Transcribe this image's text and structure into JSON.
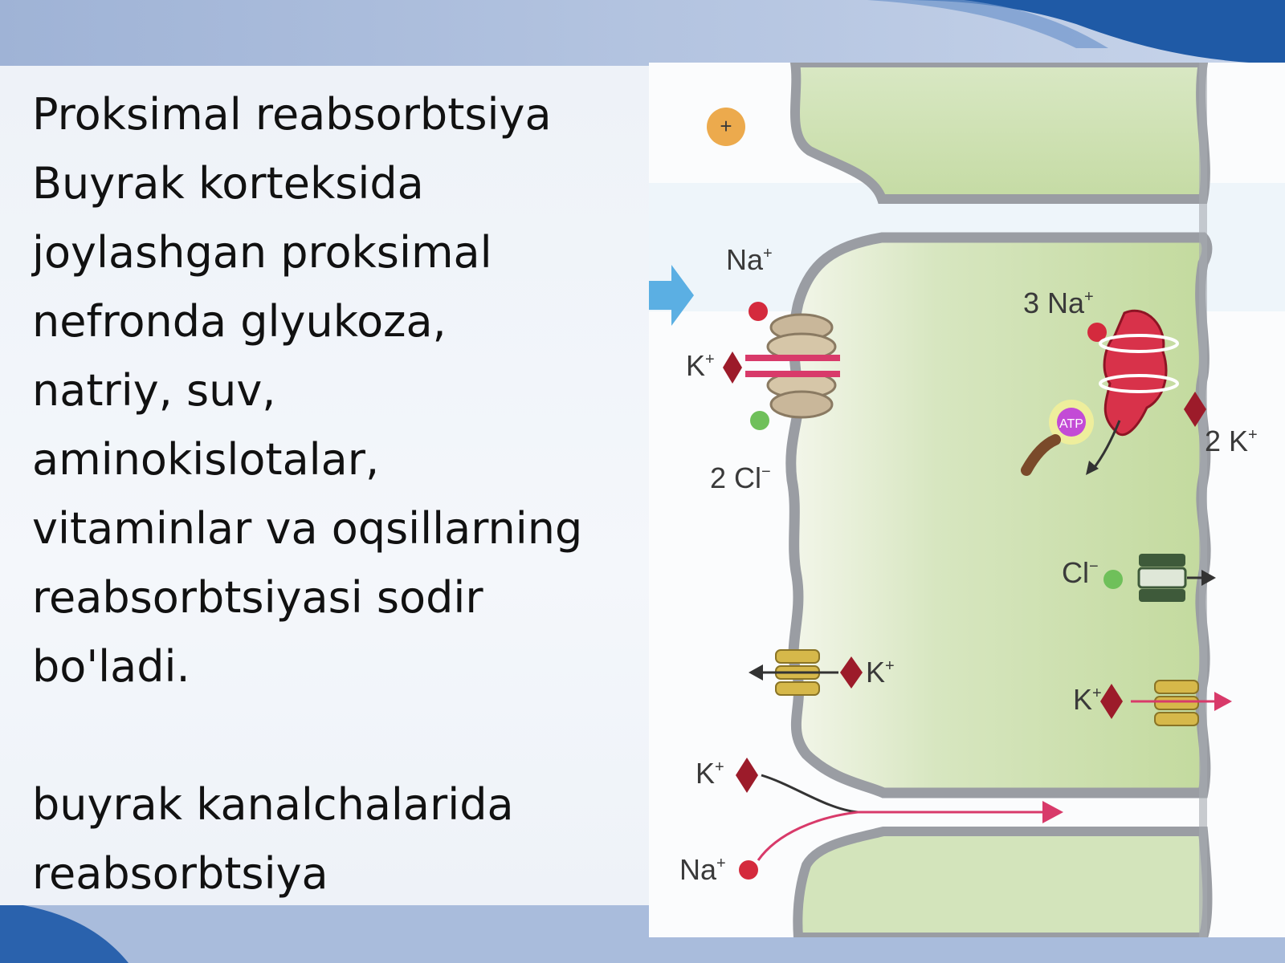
{
  "slide": {
    "paragraphs": [
      "Proksimal reabsorbtsiya",
      "Buyrak korteksida",
      "joylashgan proksimal",
      "nefronda glyukoza,",
      "natriy, suv,",
      "aminokislotalar,",
      "vitaminlar va oqsillarning",
      "reabsorbtsiyasi sodir",
      "bo'ladi."
    ],
    "caption": [
      "buyrak kanalchalarida",
      "reabsorbtsiya"
    ]
  },
  "diagram": {
    "labels": {
      "na_top": "Na",
      "k_top": "K",
      "cl_2": "2 Cl",
      "na_3": "3 Na",
      "k_2": "2 K",
      "cl_right": "Cl",
      "k_mid_left": "K",
      "k_mid_right": "K",
      "k_bottom": "K",
      "na_bottom": "Na",
      "atp": "ATP",
      "plus": "+"
    },
    "superscripts": {
      "plus": "+",
      "minus": "−"
    },
    "colors": {
      "membrane": "#9a9da3",
      "cell_fill": "#cfe0b4",
      "ion_red": "#d42a3d",
      "ion_diamond": "#9c1b2a",
      "ion_green": "#6fc05a",
      "channel_yellow": "#d6b84a",
      "channel_dark": "#3e5a3a",
      "arrow_pink": "#d83a6a",
      "arrow_blue": "#4aa7e0"
    }
  }
}
